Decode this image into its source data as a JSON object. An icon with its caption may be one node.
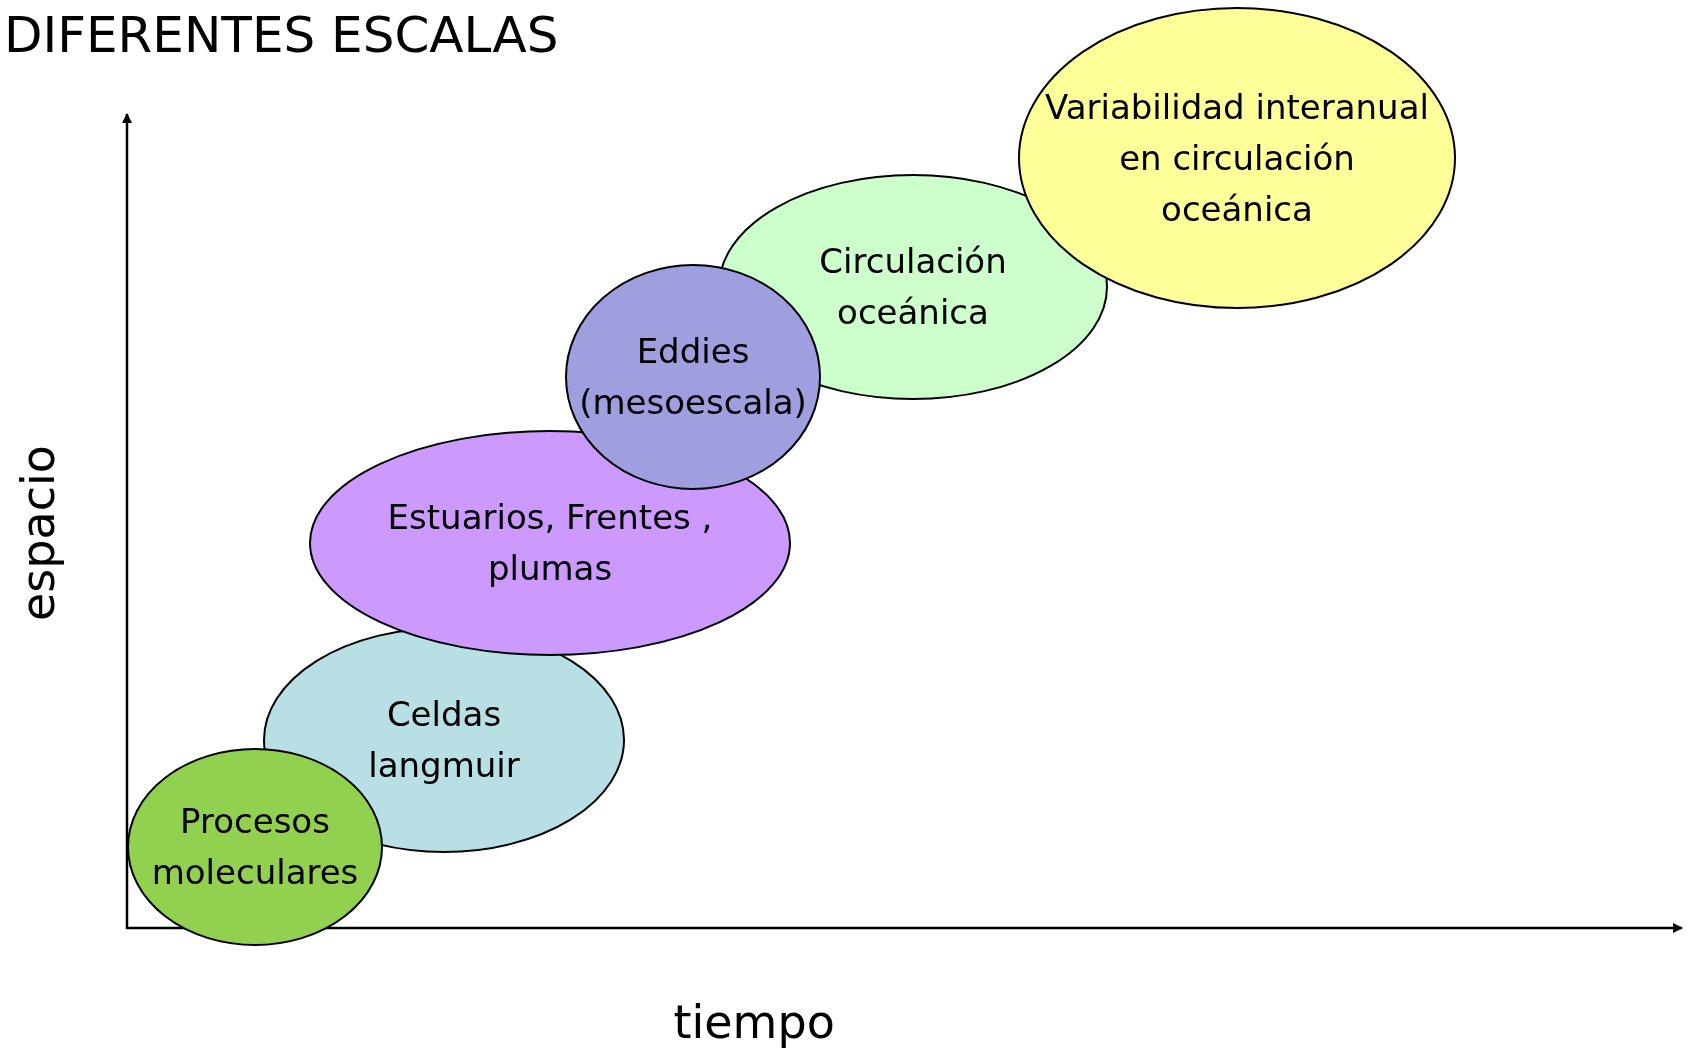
{
  "diagram": {
    "title": "DIFERENTES ESCALAS",
    "nodes": [
      {
        "text": [
          "Procesos moleculares"
        ]
      },
      {
        "text": [
          "Celdas langmuir"
        ]
      },
      {
        "text": [
          "Estuarios, Frentes , plumas"
        ]
      },
      {
        "text": [
          "Eddies (mesoescala)"
        ]
      },
      {
        "text": [
          "Circulación oceánica"
        ]
      },
      {
        "text": [
          "Variabilidad interanual en circulación oceánica"
        ]
      }
    ],
    "edges": [],
    "labels": [
      "espacio",
      "tiempo"
    ]
  }
}
